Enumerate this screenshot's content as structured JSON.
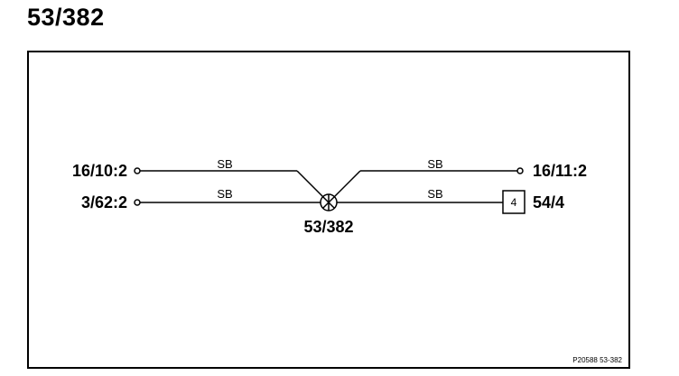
{
  "title": "53/382",
  "connectors": {
    "top_left": "16/10:2",
    "bottom_left": "3/62:2",
    "top_right": "16/11:2",
    "bottom_right": "54/4",
    "box_pin": "4"
  },
  "wires": {
    "top_left_color": "SB",
    "bottom_left_color": "SB",
    "top_right_color": "SB",
    "bottom_right_color": "SB"
  },
  "junction_label": "53/382",
  "reference": "P20588 53-382"
}
